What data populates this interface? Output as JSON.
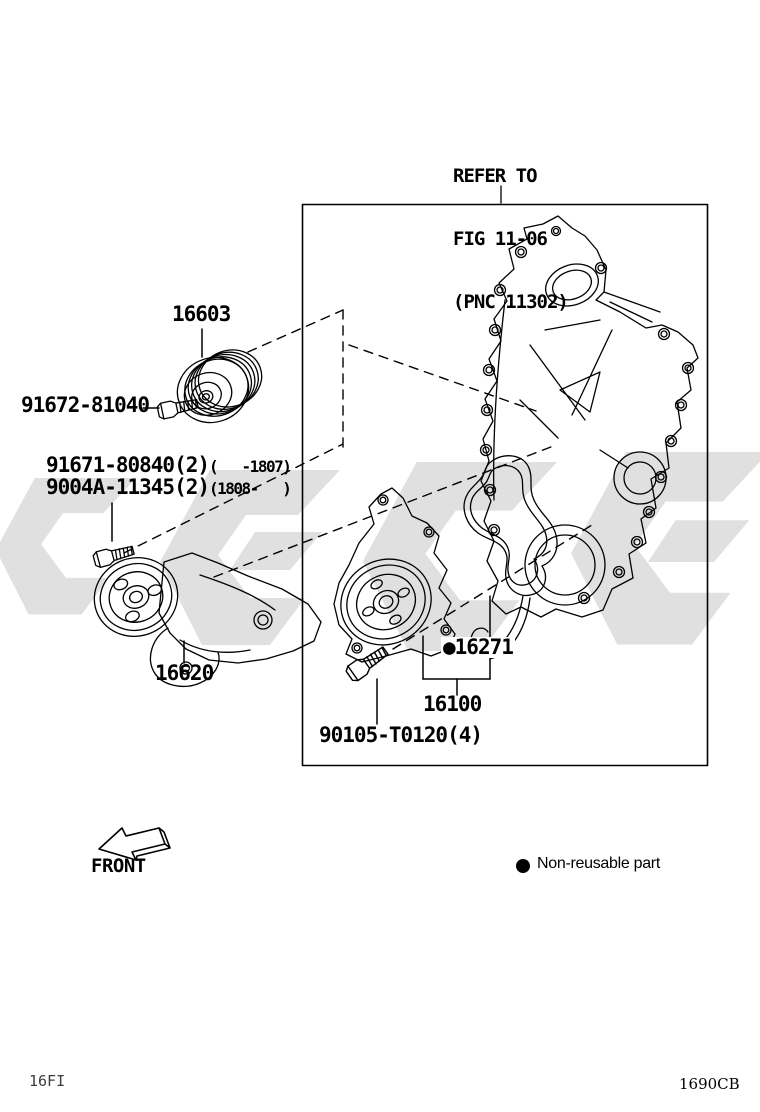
{
  "refer_note": {
    "line1": "REFER TO",
    "line2": "FIG 11-06",
    "line3": "(PNC 11302)"
  },
  "parts": {
    "idler_pulley": "16603",
    "idler_pulley_bolt": "91672-81040",
    "tensioner_bolt_a_part": "91671-80840(2)",
    "tensioner_bolt_a_range": "(   -1807)",
    "tensioner_bolt_b_part": "9004A-11345(2)",
    "tensioner_bolt_b_range": "(1808-   )",
    "belt_tensioner": "16620",
    "gasket_bullet": "●",
    "gasket": "16271",
    "water_pump": "16100",
    "water_pump_bolt": "90105-T0120(4)"
  },
  "legend": {
    "bullet": "●",
    "label": "Non-reusable part"
  },
  "front": "FRONT",
  "footer": {
    "page_code": "16FI",
    "drawing_code": "1690CB"
  },
  "colors": {
    "line": "#000000",
    "watermark": "#c7c7c7",
    "background": "#ffffff"
  }
}
